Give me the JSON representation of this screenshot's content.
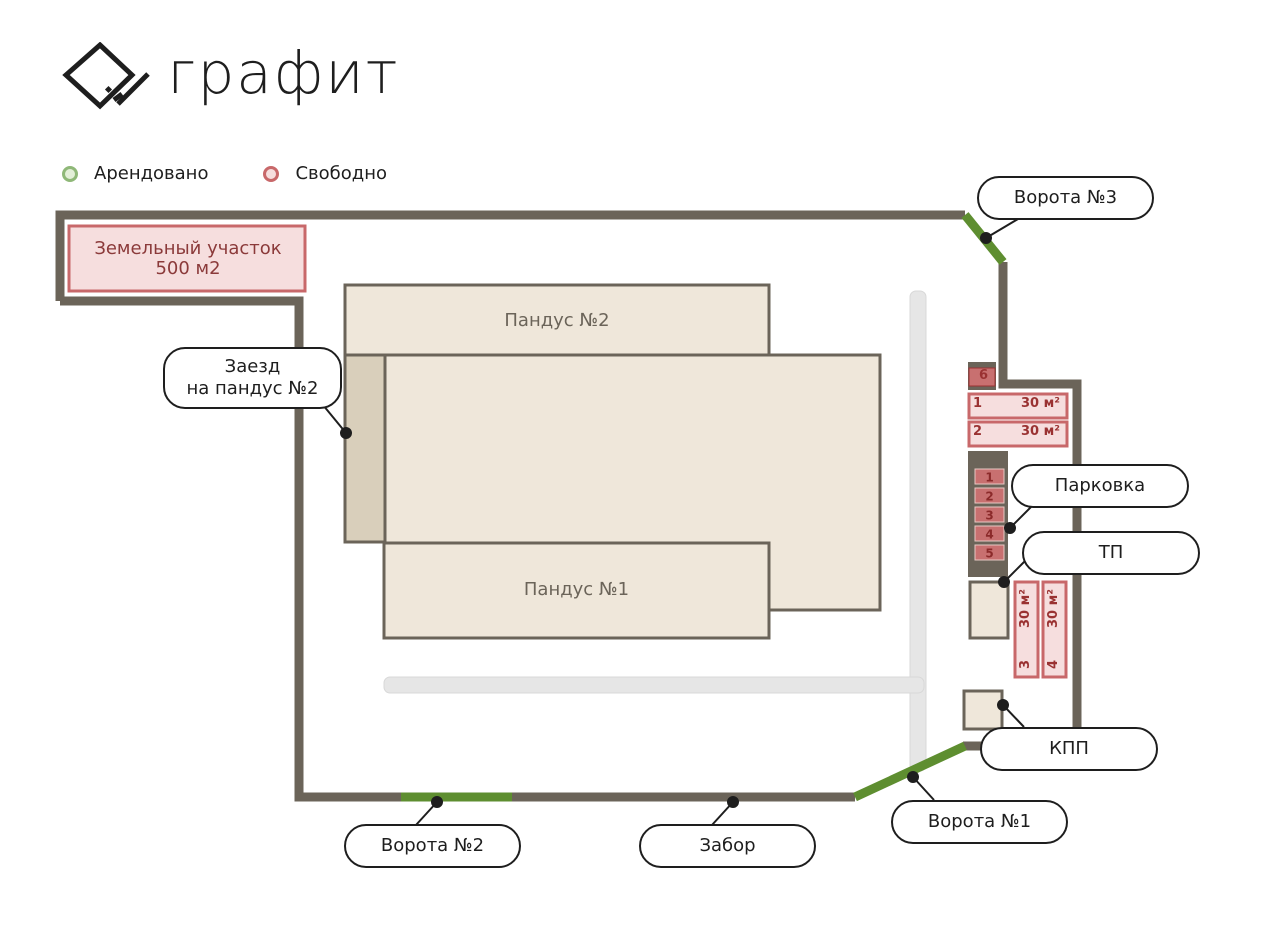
{
  "brand": {
    "name": "графит",
    "logo_icon": "diamond-check-logo-icon"
  },
  "legend": [
    {
      "label": "Арендовано",
      "status": "rented",
      "color": "#8fb878"
    },
    {
      "label": "Свободно",
      "status": "free",
      "color": "#c8686a"
    }
  ],
  "colors": {
    "fence": "#6b6459",
    "gate": "#5e8e30",
    "building_fill": "#efe7da",
    "ramp_access_fill": "#d9cfbb",
    "road": "#e6e6e6",
    "free_fill": "#f6dede",
    "free_border": "#c8686a",
    "parking_bg": "#6b6459"
  },
  "plan": {
    "land_plot": {
      "title": "Земельный участок",
      "area": "500 м2",
      "status": "free"
    },
    "buildings": [
      {
        "id": "ramp2",
        "label": "Пандус №2"
      },
      {
        "id": "main",
        "label": ""
      },
      {
        "id": "ramp1",
        "label": "Пандус №1"
      },
      {
        "id": "ramp2-access",
        "label": ""
      }
    ],
    "units": [
      {
        "number": "1",
        "area": "30 м²",
        "status": "free"
      },
      {
        "number": "2",
        "area": "30 м²",
        "status": "free"
      },
      {
        "number": "3",
        "area": "30 м²",
        "status": "free"
      },
      {
        "number": "4",
        "area": "30 м²",
        "status": "free"
      },
      {
        "number": "6",
        "area": "",
        "status": "free"
      }
    ],
    "parking_spots": [
      "1",
      "2",
      "3",
      "4",
      "5"
    ]
  },
  "callouts": {
    "gate3": "Ворота №3",
    "ramp2_access_line1": "Заезд",
    "ramp2_access_line2": "на пандус №2",
    "parking": "Парковка",
    "tp": "ТП",
    "checkpoint": "КПП",
    "gate1": "Ворота №1",
    "gate2": "Ворота №2",
    "fence": "Забор"
  }
}
